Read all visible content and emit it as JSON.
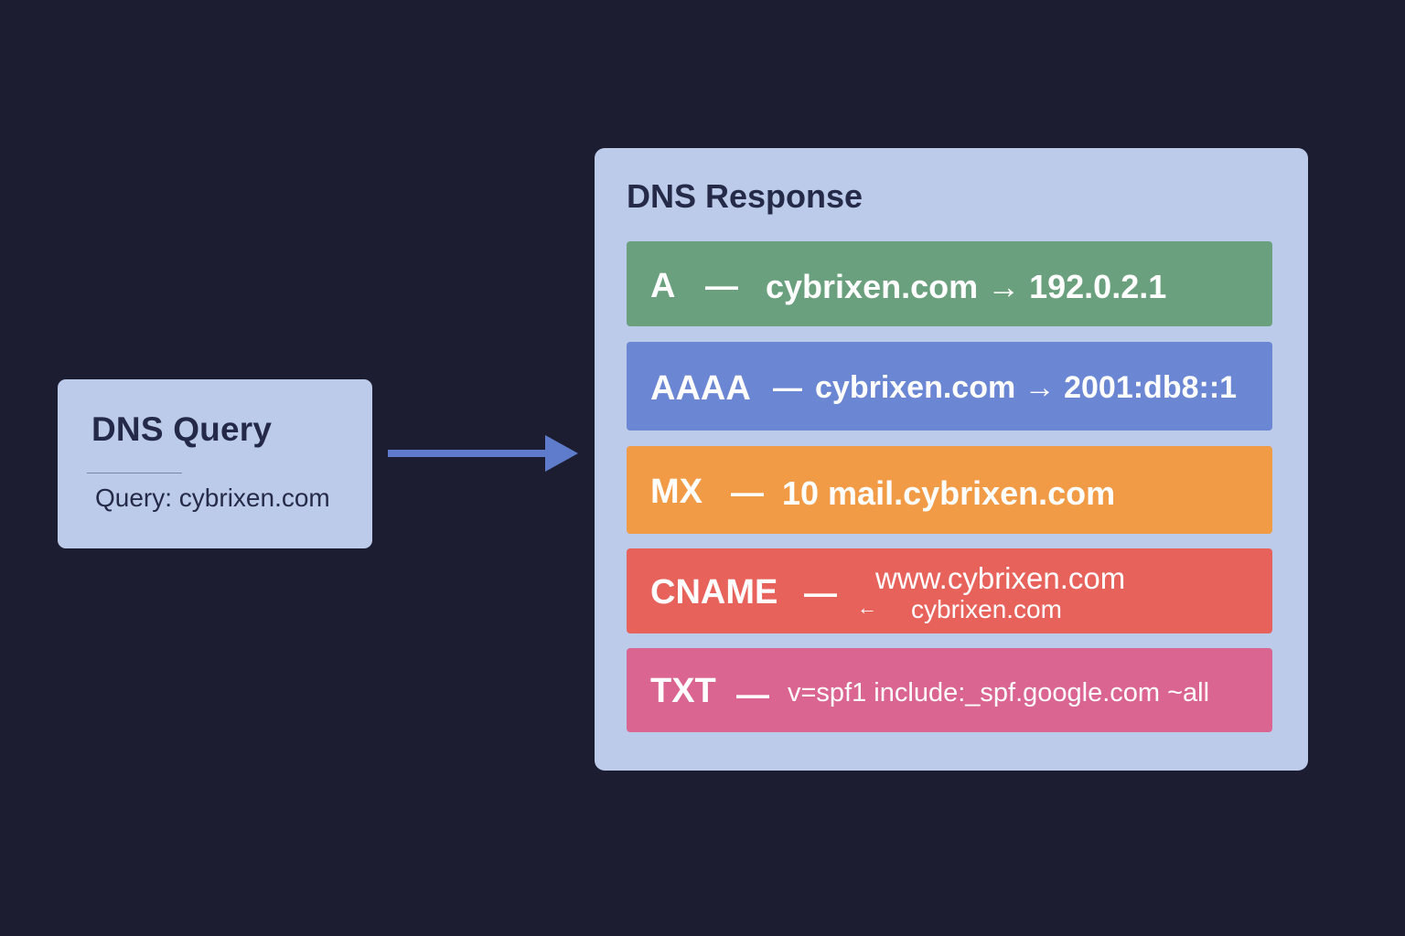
{
  "query": {
    "title": "DNS Query",
    "text": "Query: cybrixen.com"
  },
  "response": {
    "title": "DNS Response",
    "records": [
      {
        "type": "A",
        "dash": "—",
        "value": "cybrixen.com → 192.0.2.1",
        "color": "#6aa07d"
      },
      {
        "type": "AAAA",
        "dash": "—",
        "value": "cybrixen.com → 2001:db8::1",
        "color": "#6b86d3"
      },
      {
        "type": "MX",
        "dash": "—",
        "value": "10 mail.cybrixen.com",
        "color": "#f29b47"
      },
      {
        "type": "CNAME",
        "dash": "—",
        "value": "www.cybrixen.com",
        "arrow": "←",
        "line2": "cybrixen.com",
        "color": "#e8625c"
      },
      {
        "type": "TXT",
        "dash": "—",
        "value": "v=spf1 include:_spf.google.com ~all",
        "color": "#d96590"
      }
    ]
  },
  "colors": {
    "background": "#1c1d31",
    "card": "#bccbea",
    "arrow": "#5f7ccc",
    "title_text": "#252a48"
  },
  "icons": {
    "flow_arrow": "right-arrow-icon"
  }
}
